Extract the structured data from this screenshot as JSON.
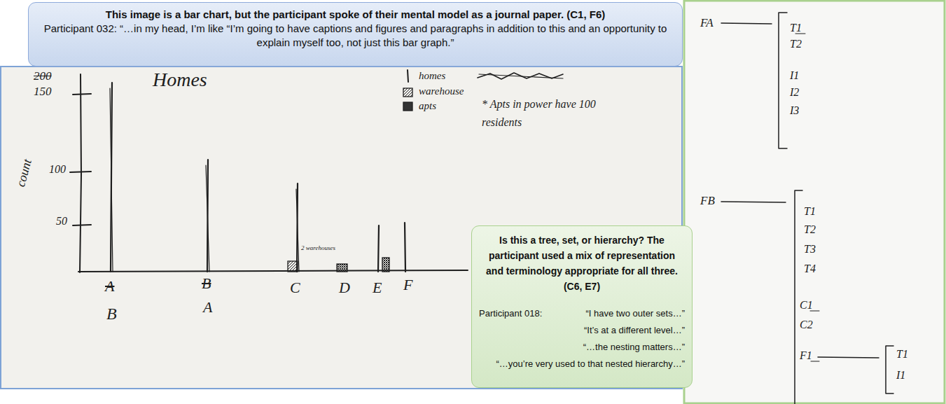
{
  "diagram": {
    "nodes": [
      {
        "text": [
          "This image is a bar chart, but the participant spoke of their mental model as a journal paper. (C1, F6)",
          "Participant 032: “…in my head, I’m like “I’m going to have captions and figures and paragraphs in addition to this and an opportunity to explain myself too, not just this bar graph.”"
        ]
      },
      {
        "text": [
          "Is this a tree, set, or hierarchy? The participant used a mix of representation and terminology appropriate for all three. (C6, E7)",
          "Participant 018:",
          "“I have two outer sets…”",
          "“It’s at a different level…”",
          "“…the nesting matters…”",
          "“…you’re very used to that nested hierarchy…”"
        ]
      }
    ],
    "labels": [
      "Homes",
      "200",
      "150",
      "count",
      "100",
      "50",
      "A",
      "B",
      "B",
      "A",
      "C",
      "D",
      "E",
      "F",
      "2 warehouses",
      "* Apts in power have 100 residents",
      "FA",
      "T1",
      "T2",
      "I1",
      "I2",
      "I3",
      "FB",
      "T1",
      "T2",
      "T3",
      "T4",
      "C1",
      "C2",
      "F1",
      "T1",
      "I1"
    ],
    "legend": [
      {
        "text": "homes"
      },
      {
        "text": "warehouse"
      },
      {
        "text": "apts"
      }
    ]
  }
}
